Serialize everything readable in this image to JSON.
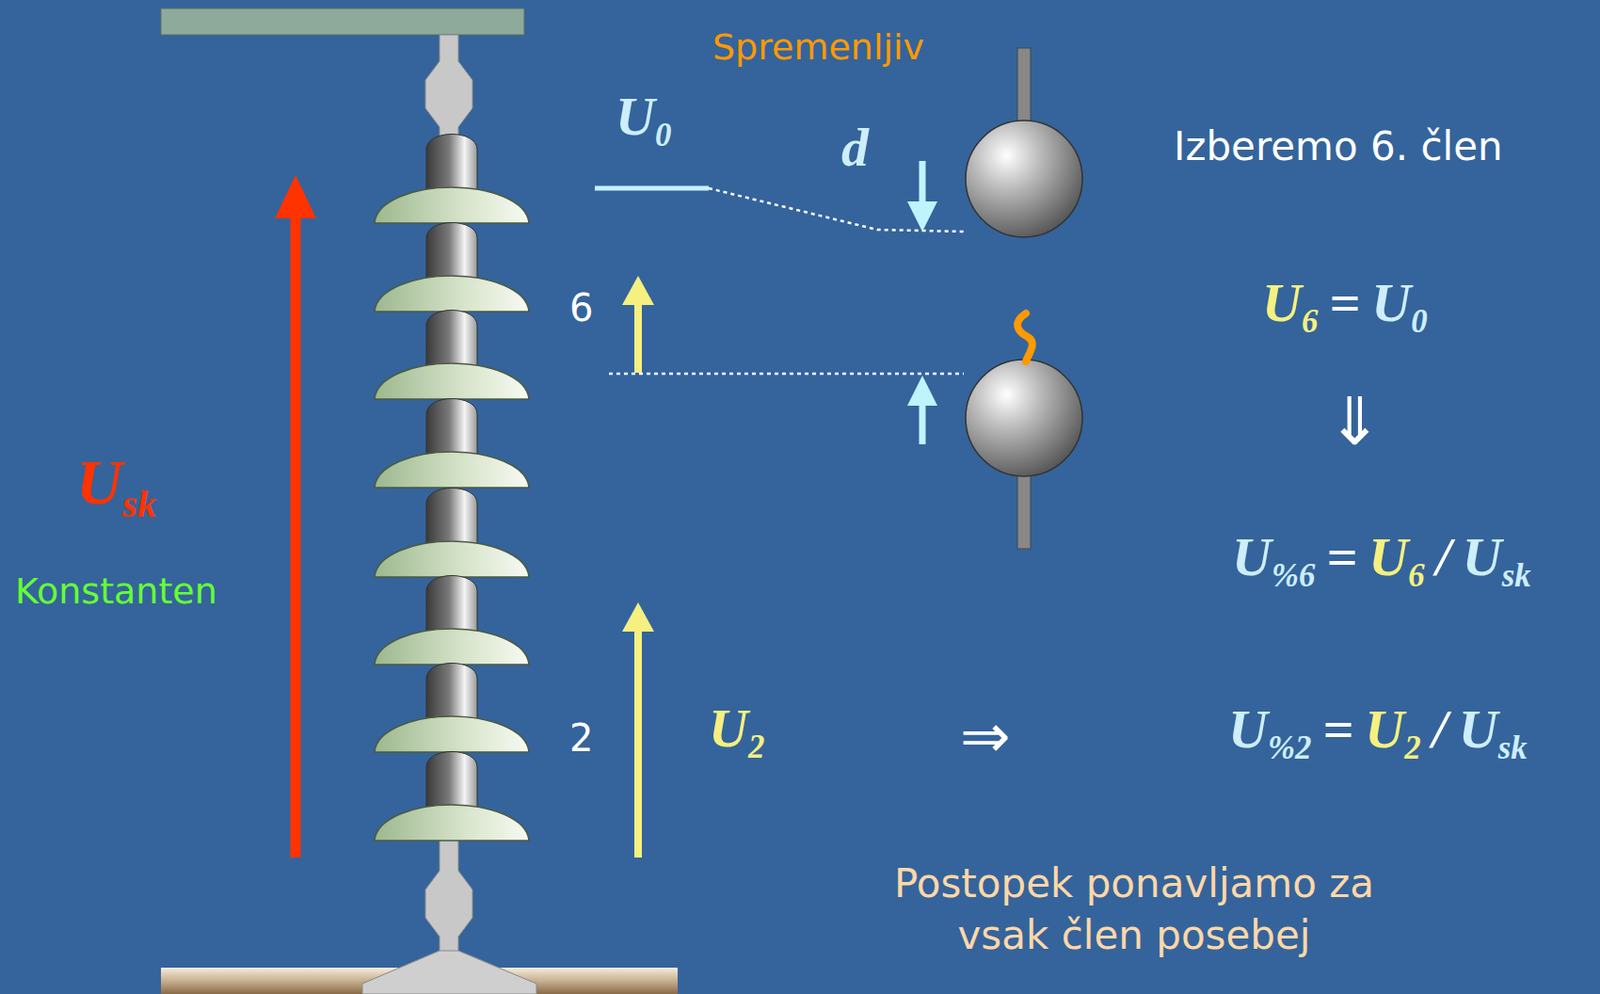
{
  "diagram": {
    "labels": [
      "Spremenljiv",
      "U0",
      "d",
      "Izberemo 6. člen",
      "6",
      "U6",
      "=",
      "U0",
      "⇓",
      "Usk",
      "Konstanten",
      "U%6",
      "=",
      "U6",
      "/",
      "Usk",
      "2",
      "U2",
      "⇒",
      "U%2",
      "=",
      "U2",
      "/",
      "Usk",
      "Postopek ponavljamo za vsak člen posebej"
    ]
  }
}
